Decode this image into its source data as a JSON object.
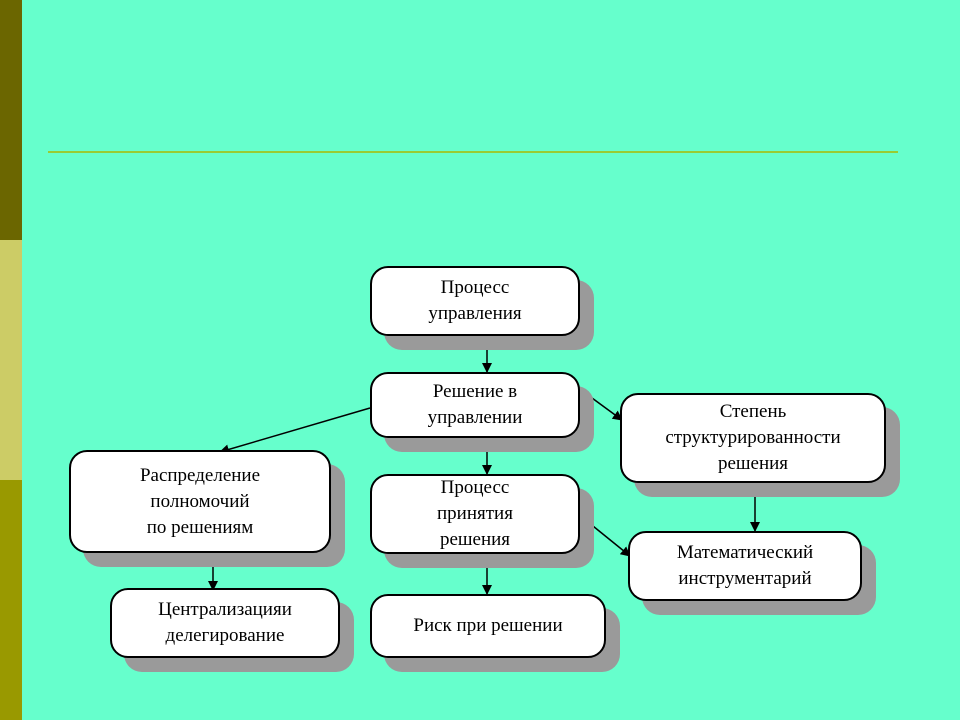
{
  "colors": {
    "background": "#66FFCC",
    "side_bar": [
      "#6B6600",
      "#CCCC66",
      "#999900"
    ],
    "rule": "#99CC33",
    "box_fill": "#FFFFFF",
    "box_shadow": "#9A9A9A"
  },
  "nodes": {
    "management_process": "Процесс\nуправления",
    "management_decision": "Решение в\nуправлении",
    "structuredness": "Степень\nструктурированности\nрешения",
    "authority_distribution": "Распределение\nполномочий\nпо решениям",
    "decision_process": "Процесс\nпринятия\nрешения",
    "math_tools": "Математический\nинструментарий",
    "centralization": "Централизацияи\nделегирование",
    "risk": "Риск при решении"
  },
  "edges": [
    {
      "from": "management_process",
      "to": "management_decision"
    },
    {
      "from": "management_decision",
      "to": "authority_distribution"
    },
    {
      "from": "management_decision",
      "to": "decision_process"
    },
    {
      "from": "management_decision",
      "to": "structuredness"
    },
    {
      "from": "structuredness",
      "to": "math_tools"
    },
    {
      "from": "decision_process",
      "to": "math_tools"
    },
    {
      "from": "decision_process",
      "to": "risk"
    },
    {
      "from": "authority_distribution",
      "to": "centralization"
    }
  ]
}
